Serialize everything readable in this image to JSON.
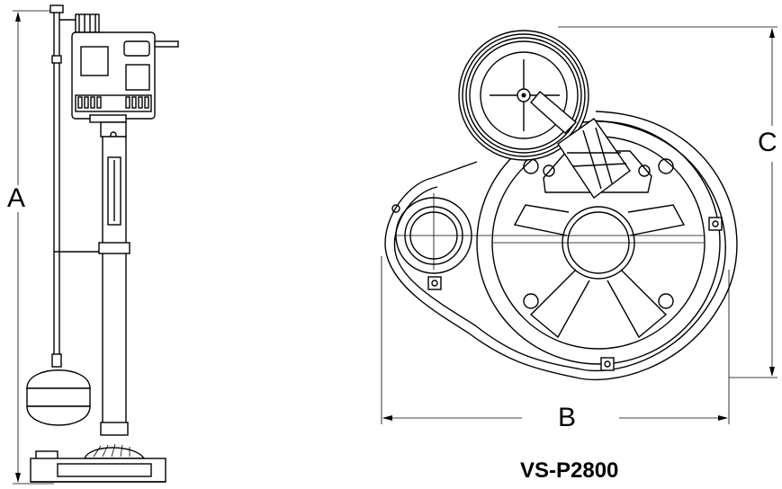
{
  "labels": {
    "dim_a": "A",
    "dim_b": "B",
    "dim_c": "C",
    "model": "VS-P2800"
  }
}
